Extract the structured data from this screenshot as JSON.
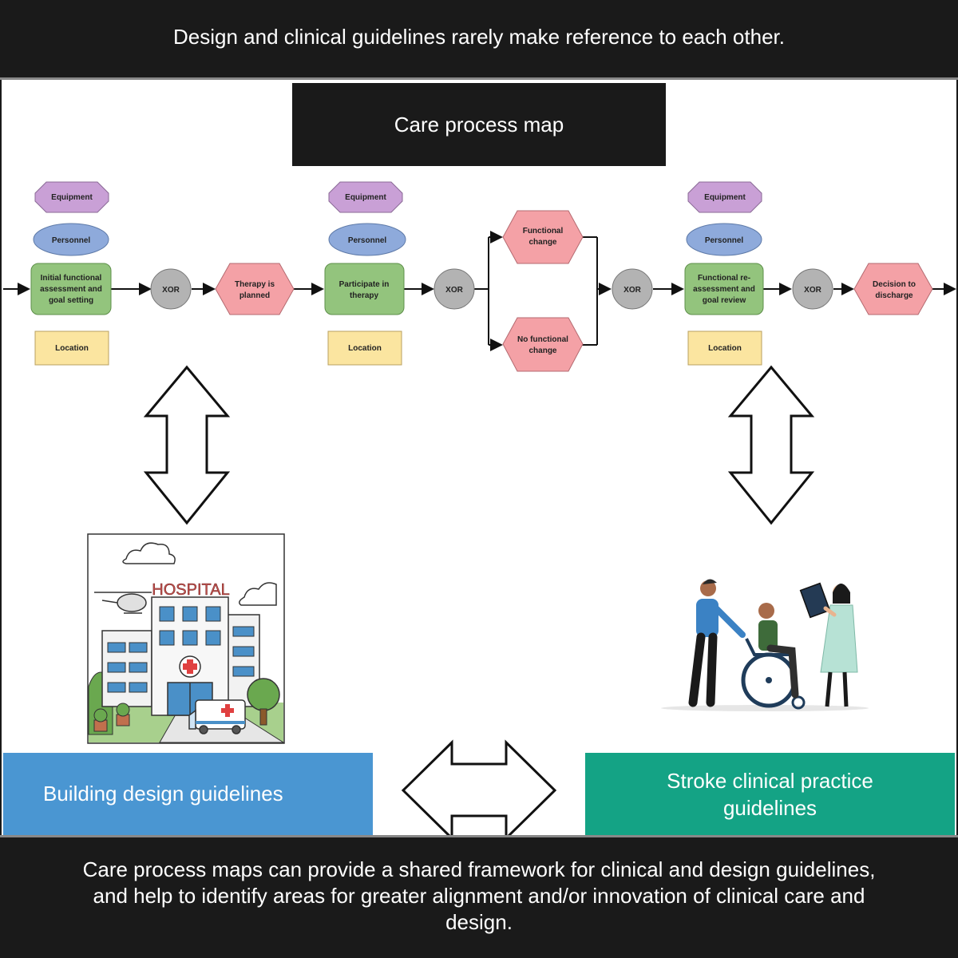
{
  "header": {
    "text": "Design and clinical guidelines rarely make reference to each other."
  },
  "map": {
    "title": "Care process map",
    "equipment_label": "Equipment",
    "personnel_label": "Personnel",
    "location_label": "Location",
    "xor_label": "XOR",
    "steps": {
      "initial": [
        "Initial functional",
        "assessment and",
        "goal setting"
      ],
      "therapy_planned": [
        "Therapy is",
        "planned"
      ],
      "participate": [
        "Participate in",
        "therapy"
      ],
      "functional_change": [
        "Functional",
        "change"
      ],
      "no_functional_change": [
        "No functional",
        "change"
      ],
      "reassessment": [
        "Functional re-",
        "assessment and",
        "goal review"
      ],
      "decision": [
        "Decision to",
        "discharge"
      ]
    }
  },
  "illustrations": {
    "hospital_sign": "HOSPITAL"
  },
  "guidelines": {
    "building": "Building design guidelines",
    "stroke_line1": "Stroke clinical practice",
    "stroke_line2": "guidelines"
  },
  "footer": {
    "line1": "Care process maps can provide a shared framework for clinical and design guidelines,",
    "line2": "and help to identify areas for greater alignment and/or innovation of clinical care and",
    "line3": "design."
  },
  "colors": {
    "equipment": "#c9a0d6",
    "personnel": "#8eaadb",
    "activity": "#93c47d",
    "event": "#f4a1a6",
    "location": "#fbe5a0",
    "xor": "#b3b3b3",
    "building": "#4a96d2",
    "stroke": "#14a385"
  }
}
